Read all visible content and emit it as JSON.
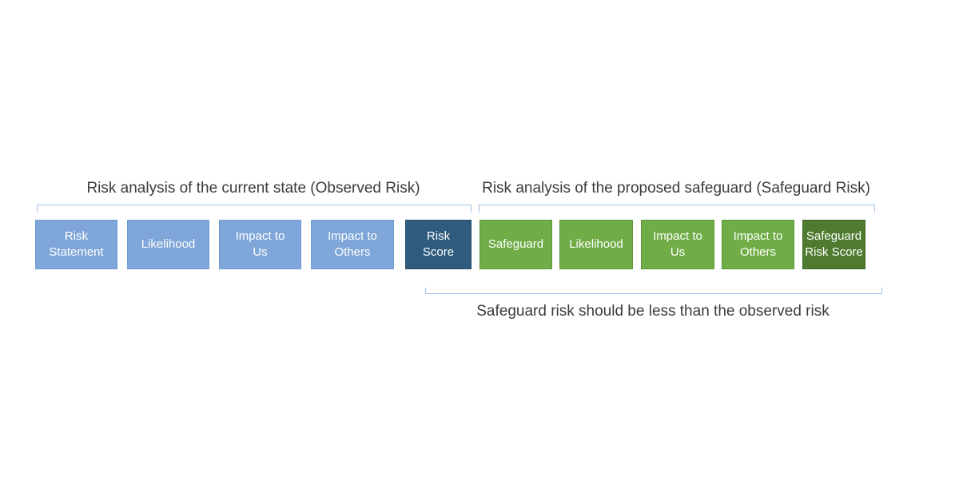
{
  "observed": {
    "title": "Risk analysis of the current state (Observed Risk)",
    "boxes": [
      {
        "label": "Risk Statement",
        "lines": [
          "Risk",
          "Statement"
        ]
      },
      {
        "label": "Likelihood",
        "lines": [
          "Likelihood"
        ]
      },
      {
        "label": "Impact to Us",
        "lines": [
          "Impact to",
          "Us"
        ]
      },
      {
        "label": "Impact to Others",
        "lines": [
          "Impact to",
          "Others"
        ]
      },
      {
        "label": "Risk Score",
        "lines": [
          "Risk",
          "Score"
        ]
      }
    ]
  },
  "safeguard": {
    "title": "Risk analysis of the proposed safeguard (Safeguard Risk)",
    "boxes": [
      {
        "label": "Safeguard",
        "lines": [
          "Safeguard"
        ]
      },
      {
        "label": "Likelihood",
        "lines": [
          "Likelihood"
        ]
      },
      {
        "label": "Impact to Us",
        "lines": [
          "Impact to",
          "Us"
        ]
      },
      {
        "label": "Impact to Others",
        "lines": [
          "Impact to",
          "Others"
        ]
      },
      {
        "label": "Safeguard Risk Score",
        "lines": [
          "Safeguard",
          "Risk Score"
        ]
      }
    ]
  },
  "comparison": {
    "note": "Safeguard risk should be less than the observed risk"
  },
  "colors": {
    "light_blue_fill": "#7ea6d8",
    "light_blue_border": "#6c9bd2",
    "dark_blue_fill": "#2e5b7e",
    "dark_blue_border": "#27506f",
    "light_green_fill": "#70ad47",
    "light_green_border": "#5e9639",
    "dark_green_fill": "#4e7b2f",
    "dark_green_border": "#3f6526",
    "bracket": "#9dc3e6",
    "title_text": "#3b3b3b",
    "box_text": "#ffffff",
    "background": "#ffffff"
  }
}
